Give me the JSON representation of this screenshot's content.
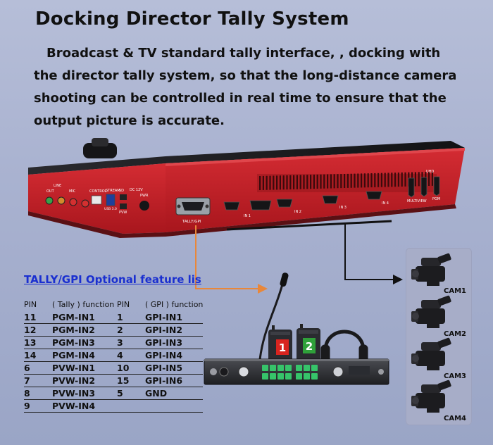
{
  "heading": "Docking Director Tally System",
  "description": "Broadcast & TV standard tally interface, , docking with the director tally system, so that the long-distance camera shooting can be controlled in real time to ensure that the output picture is accurate.",
  "device_labels": {
    "tally_port": "TALLY/GPI",
    "in1": "IN 1",
    "in2": "IN 2",
    "in3": "IN 3",
    "in4": "IN 4",
    "multiview": "MULTIVIEW",
    "pgm": "PGM",
    "uhd": "UHD",
    "control": "CONTROL",
    "stream": "STREAM",
    "usb": "USB 3.0",
    "line": "LINE",
    "mic": "MIC",
    "out": "OUT",
    "sd": "SD",
    "pvw": "PVW",
    "dc": "DC 12V",
    "power": "PWR"
  },
  "feature_title": "TALLY/GPI Optional feature lis",
  "table": {
    "headers": [
      "PIN",
      "( Tally ) function",
      "PIN",
      "( GPI ) function"
    ],
    "rows": [
      [
        "11",
        "PGM-IN1",
        "1",
        "GPI-IN1"
      ],
      [
        "12",
        "PGM-IN2",
        "2",
        "GPI-IN2"
      ],
      [
        "13",
        "PGM-IN3",
        "3",
        "GPI-IN3"
      ],
      [
        "14",
        "PGM-IN4",
        "4",
        "GPI-IN4"
      ],
      [
        "6",
        "PVW-IN1",
        "10",
        "GPI-IN5"
      ],
      [
        "7",
        "PVW-IN2",
        "15",
        "GPI-IN6"
      ],
      [
        "8",
        "PVW-IN3",
        "5",
        "GND"
      ],
      [
        "9",
        "PVW-IN4",
        "",
        ""
      ]
    ]
  },
  "tally_badges": [
    "1",
    "2"
  ],
  "cameras": [
    "CAM1",
    "CAM2",
    "CAM3",
    "CAM4"
  ],
  "colors": {
    "background": "#a9b2d0",
    "device_red": "#c4222a",
    "arrow_orange": "#e8873a",
    "feature_title_blue": "#1a2fd0",
    "badge_red": "#d8241f",
    "badge_green": "#2fa13a"
  }
}
